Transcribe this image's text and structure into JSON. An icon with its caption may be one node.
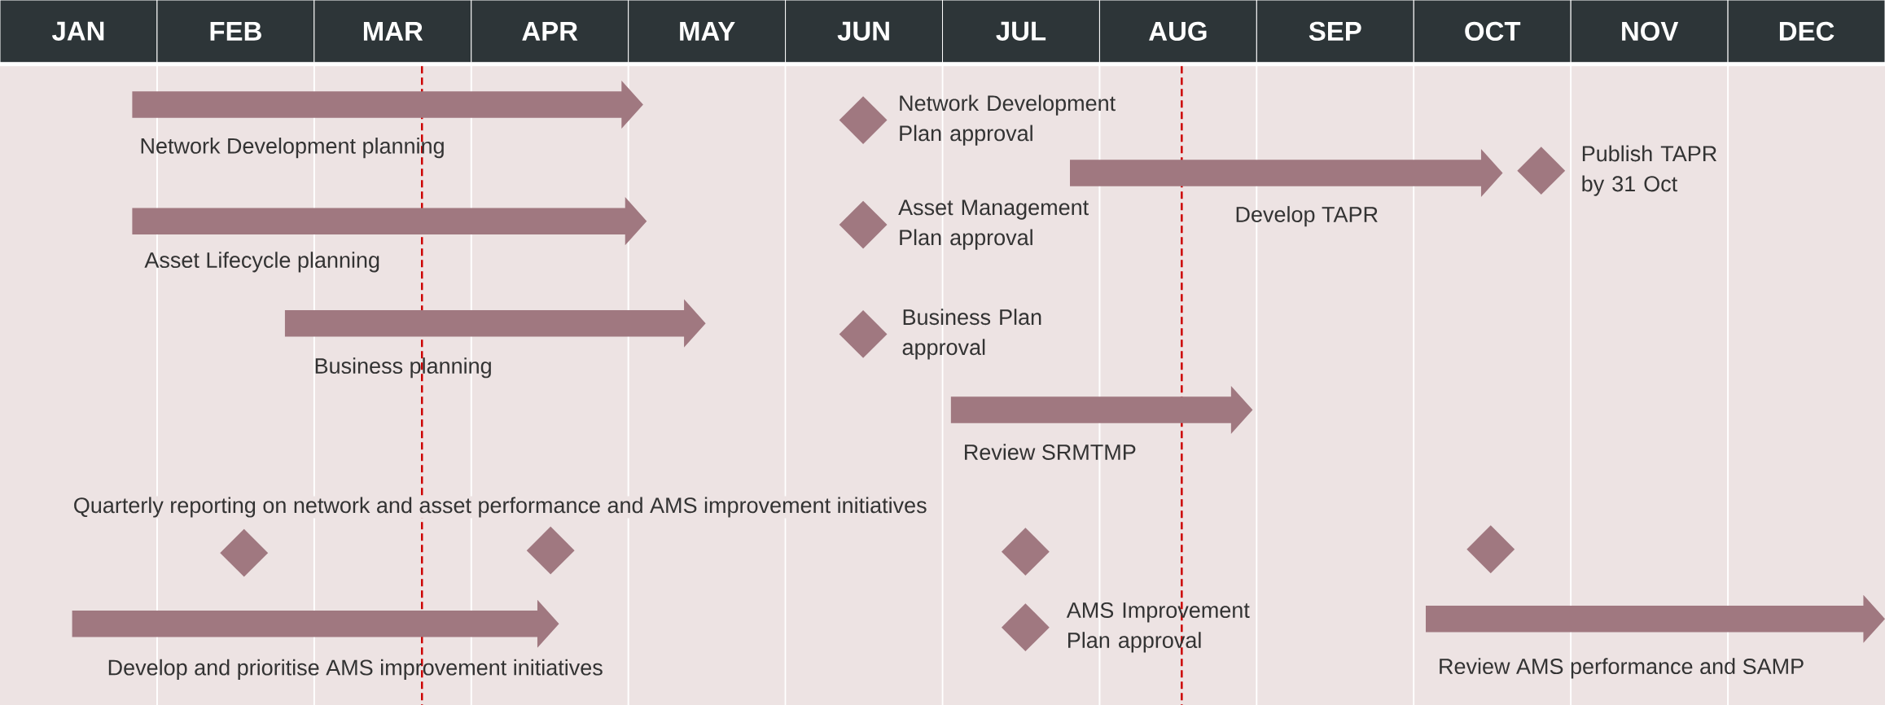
{
  "diagram": {
    "nodes": [
      {
        "text": [
          "JAN"
        ]
      },
      {
        "text": [
          "FEB"
        ]
      },
      {
        "text": [
          "MAR"
        ]
      },
      {
        "text": [
          "APR"
        ]
      },
      {
        "text": [
          "MAY"
        ]
      },
      {
        "text": [
          "JUN"
        ]
      },
      {
        "text": [
          "JUL"
        ]
      },
      {
        "text": [
          "AUG"
        ]
      },
      {
        "text": [
          "SEP"
        ]
      },
      {
        "text": [
          "OCT"
        ]
      },
      {
        "text": [
          "NOV"
        ]
      },
      {
        "text": [
          "DEC"
        ]
      },
      {
        "text": [],
        "shape": "arrow",
        "beside": [
          "Network Development planning"
        ]
      },
      {
        "text": [],
        "shape": "diamond",
        "beside": [
          "Network Development Plan approval"
        ]
      },
      {
        "text": [],
        "shape": "diamond",
        "beside": [
          "Publish TAPR by 31 Oct"
        ]
      },
      {
        "text": [],
        "shape": "arrow",
        "beside": [
          "Develop TAPR"
        ]
      },
      {
        "text": [],
        "shape": "arrow",
        "beside": [
          "Asset Lifecycle planning"
        ]
      },
      {
        "text": [],
        "shape": "diamond",
        "beside": [
          "Asset Management Plan approval"
        ]
      },
      {
        "text": [],
        "shape": "arrow",
        "beside": [
          "Business planning"
        ]
      },
      {
        "text": [],
        "shape": "diamond",
        "beside": [
          "Business Plan approval"
        ]
      },
      {
        "text": [],
        "shape": "arrow",
        "beside": [
          "Review SRMTMP"
        ]
      },
      {
        "text": [],
        "shape": "diamond"
      },
      {
        "text": [],
        "shape": "diamond"
      },
      {
        "text": [],
        "shape": "diamond"
      },
      {
        "text": [],
        "shape": "diamond"
      },
      {
        "text": [],
        "shape": "arrow",
        "beside": [
          "Develop and prioritise AMS improvement initiatives"
        ]
      },
      {
        "text": [],
        "shape": "diamond",
        "beside": [
          "AMS Improvement Plan approval"
        ]
      },
      {
        "text": [],
        "shape": "arrow",
        "beside": [
          "Review AMS performance and SAMP"
        ]
      }
    ],
    "labels": [
      "Quarterly reporting on network and asset performance and AMS improvement initiatives"
    ]
  }
}
